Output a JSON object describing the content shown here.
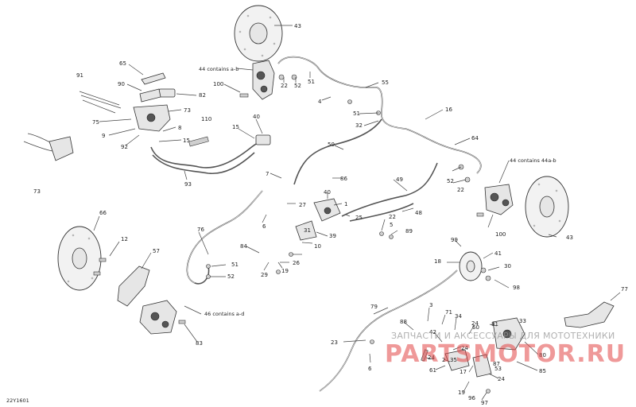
{
  "diagram_code": "22Y1601",
  "callouts": {
    "c43a": "43",
    "c44a": "44 contains a-b",
    "c22a": "22",
    "c52a": "52",
    "c51a": "51",
    "c55": "55",
    "c65": "65",
    "c90": "90",
    "c82": "82",
    "c91": "91",
    "c100a": "100",
    "c4": "4",
    "c73a": "73",
    "c75": "75",
    "c9": "9",
    "c92": "92",
    "c8": "8",
    "c15a": "15",
    "c110": "110",
    "c15b": "15",
    "c40": "40",
    "c51b": "51",
    "c32": "32",
    "c16": "16",
    "c64": "64",
    "c73b": "73",
    "c93": "93",
    "c50": "50",
    "c44b": "44 contains 44a-b",
    "c52b": "52",
    "c22b": "22",
    "c7": "7",
    "c86": "86",
    "c49": "49",
    "c1": "1",
    "c40b": "40",
    "c27": "27",
    "c25": "25",
    "c66": "66",
    "c76": "76",
    "c6": "6",
    "c48": "48",
    "c22c": "22",
    "c5": "5",
    "c89": "89",
    "c100b": "100",
    "c43b": "43",
    "c31": "31",
    "c39": "39",
    "c12": "12",
    "c57": "57",
    "c84": "84",
    "c10": "10",
    "c99": "99",
    "c41": "41",
    "c51c": "51",
    "c26": "26",
    "c18": "18",
    "c30": "30",
    "c29": "29",
    "c19": "19",
    "c52c": "52",
    "c98": "98",
    "c77": "77",
    "c46": "46 contains a-d",
    "c79": "79",
    "c3": "3",
    "c71": "71",
    "c83": "83",
    "c88": "88",
    "c34": "34",
    "c24a": "24",
    "c60": "60",
    "c81": "81",
    "c33": "33",
    "c23": "23",
    "c42": "42",
    "c24b": "24",
    "c2": "2",
    "c80": "80",
    "c35": "35",
    "c24c": "24",
    "c61": "61",
    "c87": "87",
    "c53": "53",
    "c85": "85",
    "c6b": "6",
    "c17": "17",
    "c24d": "24",
    "c19b": "19",
    "c96": "96",
    "c97": "97"
  },
  "watermark": {
    "top_text": "ЗАПЧАСТИ И АКСЕССУАРЫ ДЛЯ МОТОТЕХНИКИ",
    "main_text": "PARTSMOTOR.RU"
  }
}
